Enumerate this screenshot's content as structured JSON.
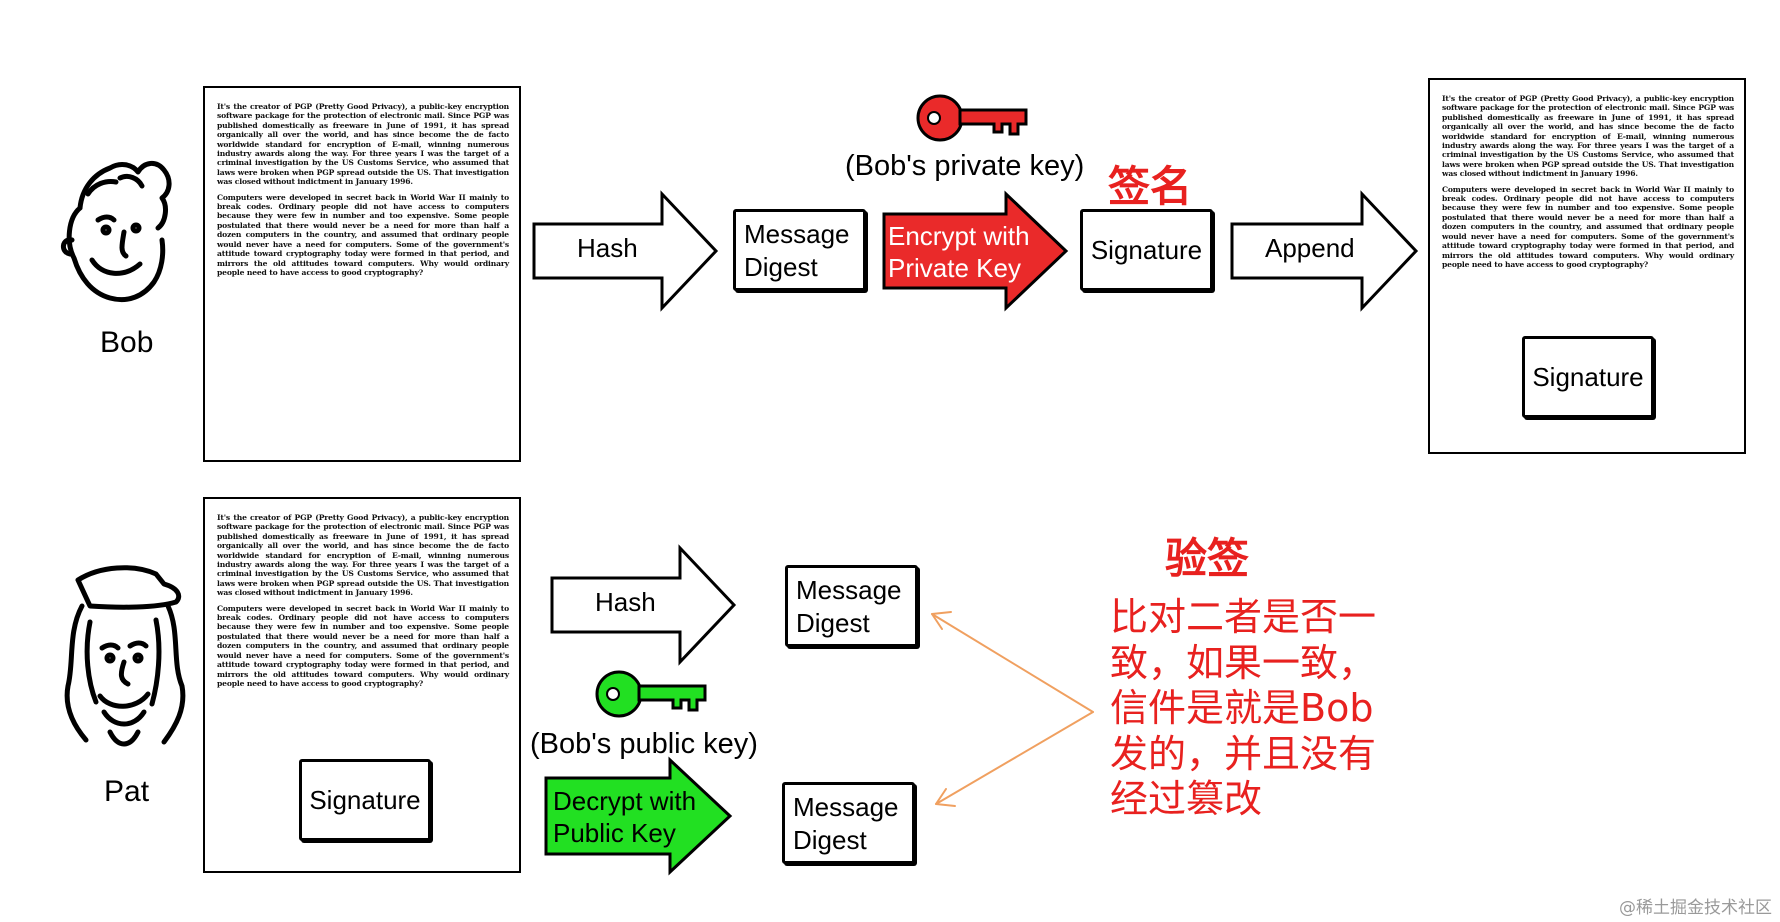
{
  "people": {
    "sender": "Bob",
    "receiver": "Pat"
  },
  "document": {
    "paragraph1": "It's the creator of PGP (Pretty Good Privacy), a public-key encryption software package for the protection of electronic mail. Since PGP was published domestically as freeware in June of 1991, it has spread organically all over the world, and has since become the de facto worldwide standard for encryption of E-mail, winning numerous industry awards along the way. For three years I was the target of a criminal investigation by the US Customs Service, who assumed that laws were broken when PGP spread outside the US. That investigation was closed without indictment in January 1996.",
    "paragraph2": "Computers were developed in secret back in World War II mainly to break codes. Ordinary people did not have access to computers because they were few in number and too expensive. Some people postulated that there would never be a need for more than half a dozen computers in the country, and assumed that ordinary people would never have a need for computers. Some of the government's attitude toward cryptography today were formed in that period, and mirrors the old attitudes toward computers. Why would ordinary people need to have access to good cryptography?"
  },
  "sign_flow": {
    "hash_label": "Hash",
    "digest_label_1": "Message",
    "digest_label_2": "Digest",
    "encrypt_label_1": "Encrypt with",
    "encrypt_label_2": "Private Key",
    "private_key_caption": "(Bob's private key)",
    "signature_label": "Signature",
    "append_label": "Append",
    "title_cn": "签名",
    "attached_signature": "Signature"
  },
  "verify_flow": {
    "hash_label": "Hash",
    "digest_label_1": "Message",
    "digest_label_2": "Digest",
    "public_key_caption": "(Bob's public key)",
    "decrypt_label_1": "Decrypt with",
    "decrypt_label_2": "Public Key",
    "signature_label": "Signature",
    "title_cn": "验签",
    "note_lines": [
      "比对二者是否一",
      "致，如果一致，",
      "信件是就是Bob",
      "发的，并且没有",
      "经过篡改"
    ]
  },
  "colors": {
    "private_key": "#ea2a2a",
    "public_key": "#22e022",
    "encrypt_arrow": "#ea2a2a",
    "decrypt_arrow": "#22e022",
    "annotation": "#e8211f",
    "compare_arrows": "#f0a060"
  },
  "watermark": "@稀土掘金技术社区"
}
